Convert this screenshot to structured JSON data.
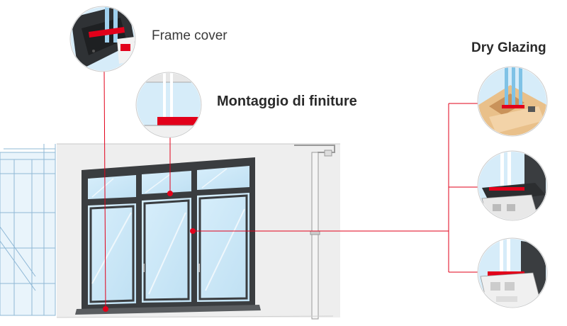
{
  "labels": {
    "frame_cover": "Frame cover",
    "montaggio": "Montaggio di finiture",
    "dry_glazing": "Dry Glazing"
  },
  "colors": {
    "accent_red": "#e2001a",
    "frame_dark": "#3a3d40",
    "glass_blue": "#cfe8f7",
    "wall": "#eeeeee"
  },
  "icons": [
    "frame-cover-detail",
    "finishing-mount-detail",
    "dry-glazing-wood-detail",
    "dry-glazing-profile-detail",
    "dry-glazing-sill-detail"
  ]
}
